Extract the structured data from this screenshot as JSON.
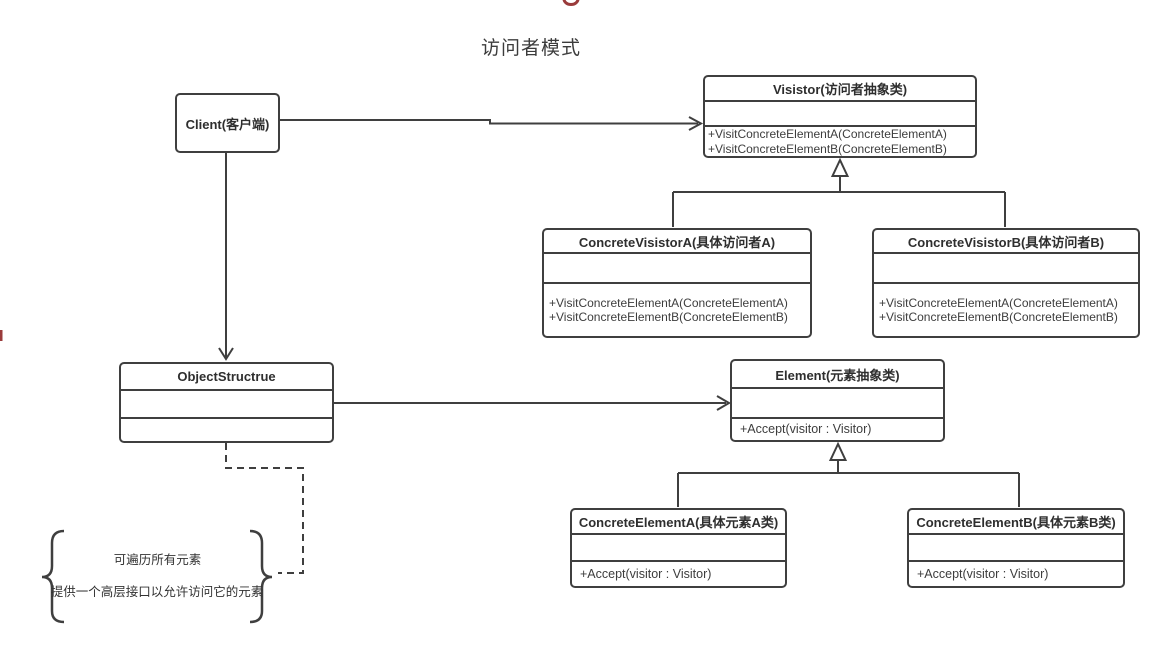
{
  "title": "访问者模式",
  "classes": {
    "client": {
      "name": "Client(客户端)"
    },
    "visitor": {
      "name": "Visistor(访问者抽象类)",
      "methods": [
        "+VisitConcreteElementA(ConcreteElementA)",
        "+VisitConcreteElementB(ConcreteElementB)"
      ]
    },
    "concreteVisitorA": {
      "name": "ConcreteVisistorA(具体访问者A)",
      "methods": [
        "+VisitConcreteElementA(ConcreteElementA)",
        "+VisitConcreteElementB(ConcreteElementB)"
      ]
    },
    "concreteVisitorB": {
      "name": "ConcreteVisistorB(具体访问者B)",
      "methods": [
        "+VisitConcreteElementA(ConcreteElementA)",
        "+VisitConcreteElementB(ConcreteElementB)"
      ]
    },
    "objectStructure": {
      "name": "ObjectStructrue"
    },
    "element": {
      "name": "Element(元素抽象类)",
      "methods": [
        "+Accept(visitor : Visitor)"
      ]
    },
    "concreteElementA": {
      "name": "ConcreteElementA(具体元素A类)",
      "methods": [
        "+Accept(visitor : Visitor)"
      ]
    },
    "concreteElementB": {
      "name": "ConcreteElementB(具体元素B类)",
      "methods": [
        "+Accept(visitor : Visitor)"
      ]
    }
  },
  "note": {
    "lines": [
      "可遍历所有元素",
      "提供一个高层接口以允许访问它的元素"
    ]
  },
  "relationships": [
    {
      "from": "Client",
      "to": "Visistor",
      "type": "association-arrow"
    },
    {
      "from": "Client",
      "to": "ObjectStructrue",
      "type": "association-arrow"
    },
    {
      "from": "ObjectStructrue",
      "to": "Element",
      "type": "association-arrow"
    },
    {
      "from": "ConcreteVisistorA",
      "to": "Visistor",
      "type": "generalization"
    },
    {
      "from": "ConcreteVisistorB",
      "to": "Visistor",
      "type": "generalization"
    },
    {
      "from": "ConcreteElementA",
      "to": "Element",
      "type": "generalization"
    },
    {
      "from": "ConcreteElementB",
      "to": "Element",
      "type": "generalization"
    },
    {
      "from": "ObjectStructrue",
      "to": "note",
      "type": "dashed-link"
    }
  ],
  "colors": {
    "line": "#3f3f3f",
    "text": "#333333",
    "edge_mark_red": "#9a3b3b",
    "background": "#ffffff"
  }
}
